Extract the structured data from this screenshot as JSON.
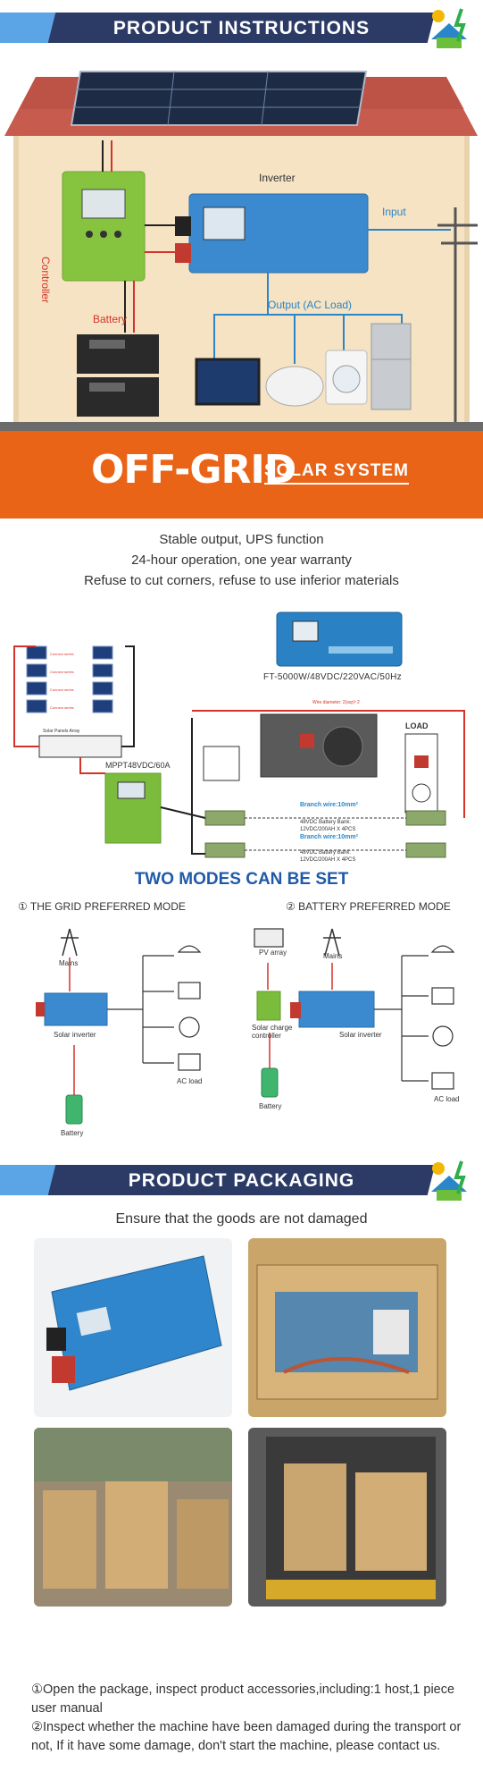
{
  "header_instructions": {
    "title": "PRODUCT INSTRUCTIONS"
  },
  "hero": {
    "labels": {
      "inverter": "Inverter",
      "input": "Input",
      "controller": "Controller",
      "battery": "Battery",
      "output": "Output (AC Load)"
    },
    "banner_big": "OFF-GRID",
    "banner_small": "SOLAR SYSTEM"
  },
  "features": [
    "Stable output, UPS function",
    "24-hour operation, one year warranty",
    "Refuse to cut corners, refuse to use inferior materials"
  ],
  "wiring": {
    "model": "FT-5000W/48VDC/220VAC/50Hz",
    "controller_model": "MPPT48VDC/60A",
    "load": "LOAD",
    "wire_top": "Wire diameter: 2(sqr)² 2",
    "branch_1": "Branch wire:10mm²",
    "branch_2": "Branch wire:10mm²",
    "bank_1a": "48VDC Battery Bank:",
    "bank_1b": "12VDC/200AH X 4PCS",
    "bank_2a": "48VDC Battery Bank:",
    "bank_2b": "12VDC/200AH X 4PCS",
    "battery_label": "12VDC/200AH",
    "array_label": "Solar Panels Array"
  },
  "modes": {
    "title": "TWO MODES CAN BE SET",
    "mode1": "① THE GRID PREFERRED MODE",
    "mode2": "② BATTERY PREFERRED MODE",
    "m1": {
      "mains": "Mains",
      "inverter": "Solar inverter",
      "battery": "Battery",
      "ac_load": "AC load"
    },
    "m2": {
      "pv": "PV array",
      "mains": "Mains",
      "controller": "Solar charge controller",
      "inverter": "Solar inverter",
      "battery": "Battery",
      "ac_load": "AC load"
    }
  },
  "header_packaging": {
    "title": "PRODUCT PACKAGING"
  },
  "packaging": {
    "subtitle": "Ensure that the goods are not damaged",
    "note1": "①Open the package, inspect product accessories,including:1 host,1 piece user manual",
    "note2": "②Inspect whether the machine have been damaged during the transport or not, If it have some damage, don't start the machine, please contact us."
  },
  "colors": {
    "banner": "#2b3b66",
    "accent": "#ea6418",
    "mode_title": "#1f5aa8",
    "wire_red": "#d4332a",
    "wire_blue": "#2a86c9"
  }
}
